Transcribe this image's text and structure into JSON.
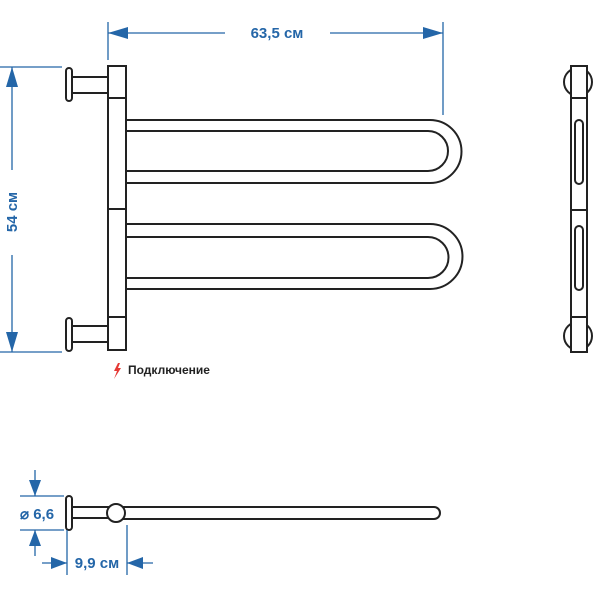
{
  "dimensions": {
    "width": "63,5 см",
    "height": "54 см",
    "diameter": "⌀ 6,6",
    "depth": "9,9 см"
  },
  "connection_label": "Подключение",
  "colors": {
    "dimension": "#2466a8",
    "outline": "#222222",
    "connection_icon": "#e53935"
  }
}
